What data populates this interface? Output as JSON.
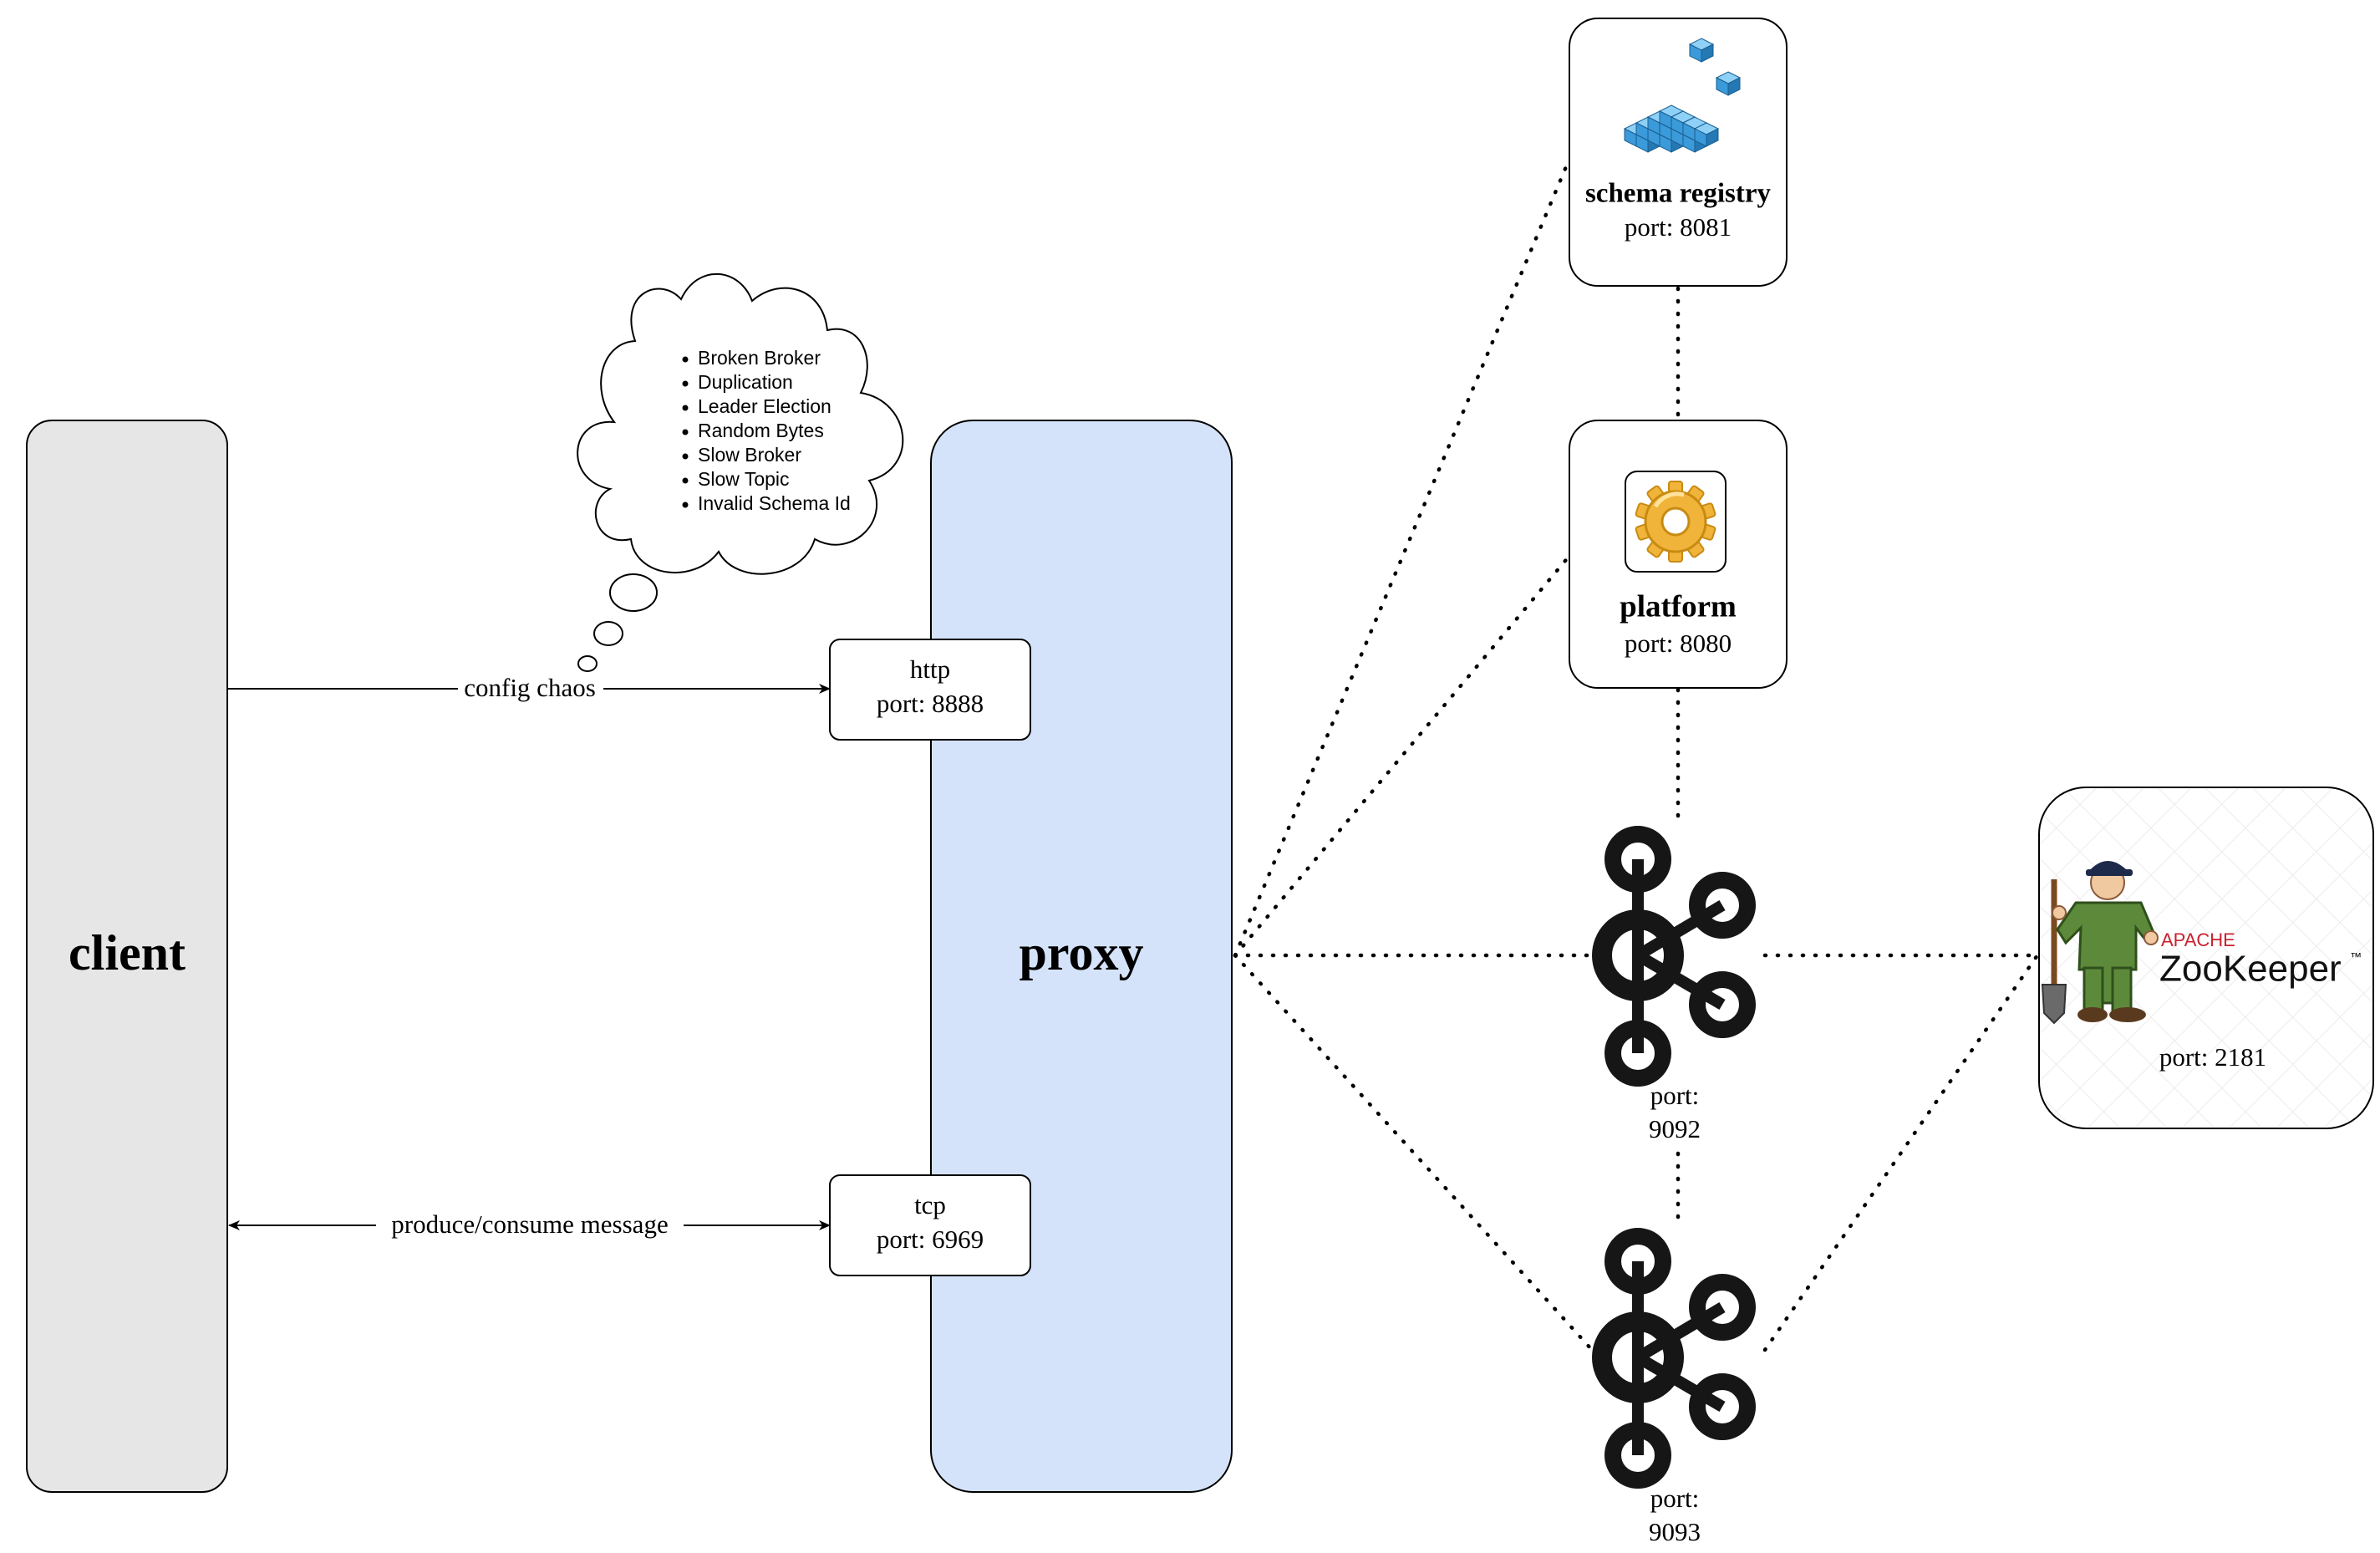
{
  "client": {
    "label": "client"
  },
  "proxy": {
    "label": "proxy"
  },
  "http_port": {
    "line1": "http",
    "line2": "port: 8888"
  },
  "tcp_port": {
    "line1": "tcp",
    "line2": "port: 6969"
  },
  "edges": {
    "config": "config chaos",
    "produce": "produce/consume message"
  },
  "chaos_cloud": {
    "items": [
      "Broken Broker",
      "Duplication",
      "Leader Election",
      "Random Bytes",
      "Slow Broker",
      "Slow Topic",
      "Invalid Schema Id"
    ]
  },
  "schema_registry": {
    "title": "schema registry",
    "port": "port: 8081",
    "icon": "cubes-icon"
  },
  "platform": {
    "title": "platform",
    "port": "port: 8080",
    "icon": "gear-icon"
  },
  "kafka_1": {
    "port_line1": "port:",
    "port_line2": "9092",
    "icon": "kafka-icon"
  },
  "kafka_2": {
    "port_line1": "port:",
    "port_line2": "9093",
    "icon": "kafka-icon"
  },
  "zookeeper": {
    "apache": "APACHE",
    "name": "ZooKeeper",
    "tm": "™",
    "port": "port: 2181",
    "icon": "zookeeper-keeper-icon"
  },
  "colors": {
    "client_fill": "#e6e6e6",
    "proxy_fill": "#d4e3f9",
    "stroke": "#000000",
    "apache_red": "#c8202f",
    "cube_blue": "#3b9ad9",
    "gear_gold": "#f0b43a"
  }
}
